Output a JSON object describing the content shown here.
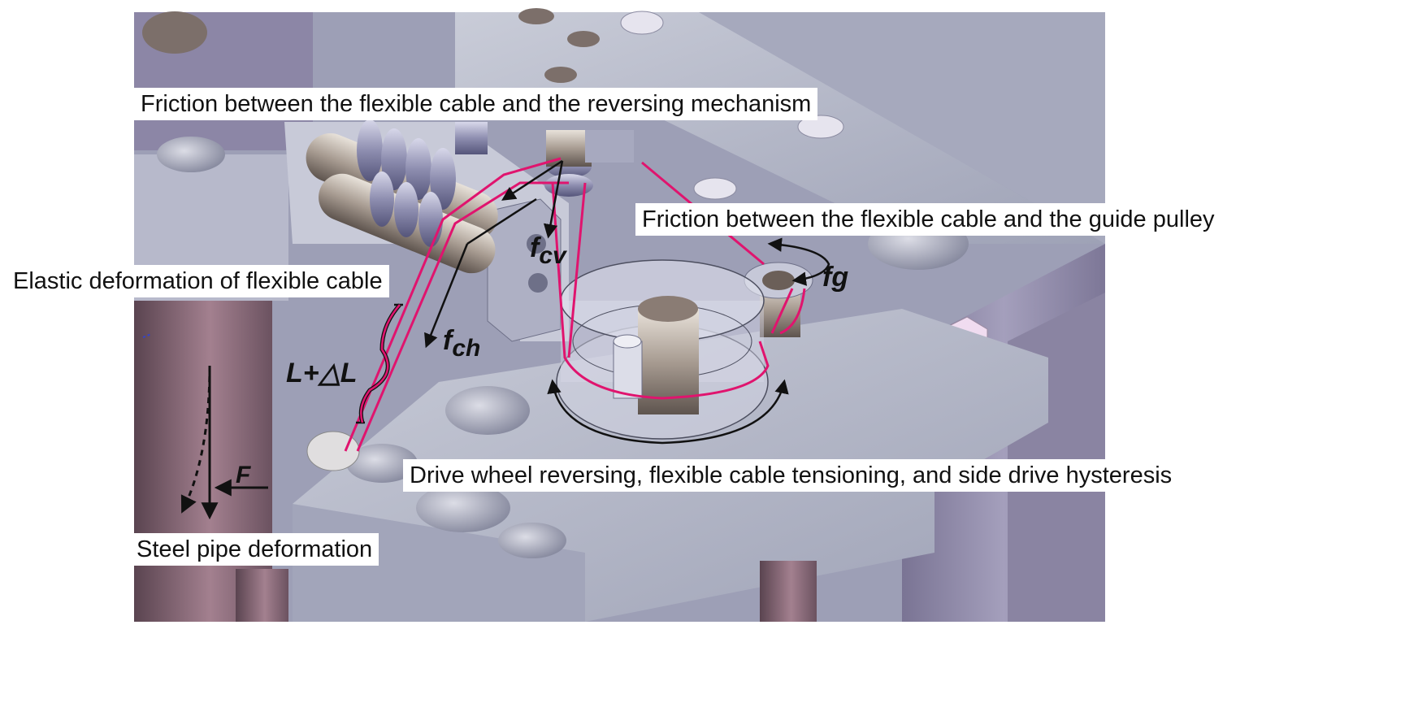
{
  "labels": {
    "reversing_friction": "Friction between the flexible cable and the reversing mechanism",
    "pulley_friction": "Friction between the flexible cable and the guide pulley",
    "elastic_deformation": "Elastic deformation of flexible cable",
    "drive_wheel": "Drive wheel reversing, flexible cable tensioning, and side drive hysteresis",
    "steel_pipe": "Steel pipe deformation"
  },
  "symbols": {
    "fcv_main": "f",
    "fcv_sub": "cv",
    "fch_main": "f",
    "fch_sub": "ch",
    "fg": "fg",
    "length": "L+△L",
    "force": "F"
  },
  "colors": {
    "cable": "#e0146e",
    "arrow": "#111111",
    "plate": "#b8bccb",
    "wall": "#8f8aa8",
    "background": "#ffffff"
  }
}
